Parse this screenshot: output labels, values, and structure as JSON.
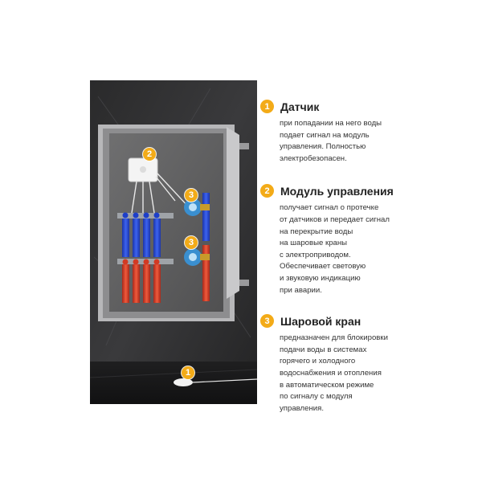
{
  "badges": {
    "sensor": "1",
    "control": "2",
    "valve_top": "3",
    "valve_bottom": "3"
  },
  "items": [
    {
      "number": "1",
      "title": "Датчик",
      "description": "при попадании на него воды\nподает сигнал на модуль\nуправления. Полностью\nэлектробезопасен."
    },
    {
      "number": "2",
      "title": "Модуль управления",
      "description": "получает сигнал о протечке\nот датчиков и передает сигнал\nна перекрытие воды\nна шаровые краны\nс электроприводом.\nОбеспечивает световую\nи звуковую индикацию\nпри аварии."
    },
    {
      "number": "3",
      "title": "Шаровой кран",
      "description": "предназначен для блокировки\nподачи воды в системах\nгорячего и холодного\nводоснабжения и отопления\nв автоматическом режиме\nпо сигналу с модуля\nуправления."
    }
  ],
  "colors": {
    "accent": "#f3ab18",
    "cold_pipe": "#2b4fd8",
    "hot_pipe": "#e0452c",
    "valve": "#3a8fd0"
  }
}
